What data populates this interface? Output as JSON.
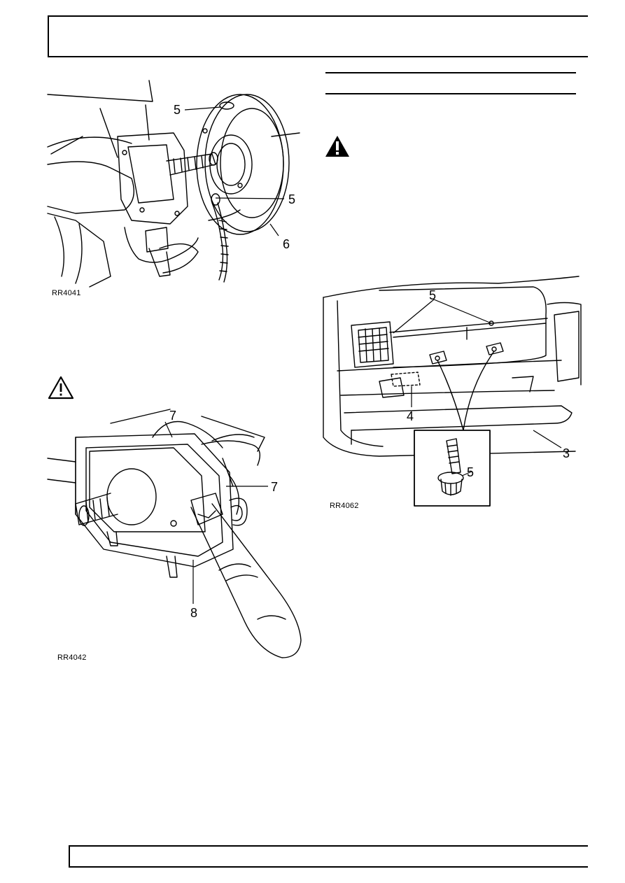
{
  "figures": {
    "fig1": {
      "code": "RR4041",
      "callouts": [
        "5",
        "5",
        "6"
      ]
    },
    "fig2": {
      "code": "RR4042",
      "callouts": [
        "7",
        "7",
        "8"
      ]
    },
    "fig3": {
      "code": "RR4062",
      "callouts": [
        "5",
        "4",
        "3",
        "5"
      ]
    }
  },
  "icons": {
    "warning_filled": "warning-triangle-filled-icon",
    "caution_outline": "caution-triangle-outline-icon"
  }
}
